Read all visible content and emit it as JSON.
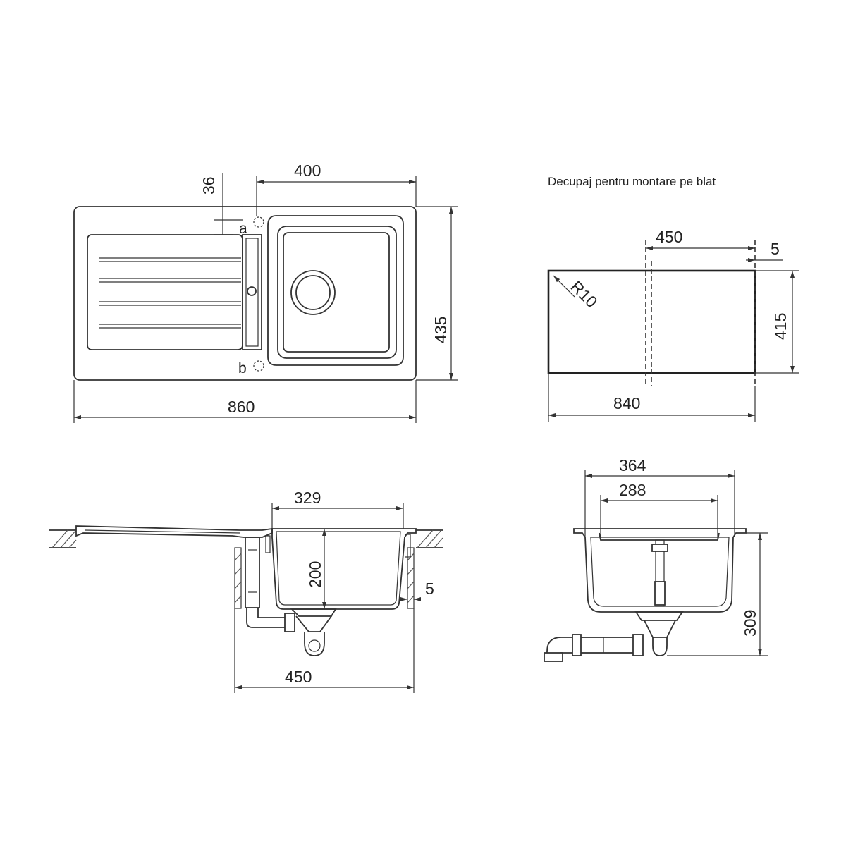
{
  "colors": {
    "line": "#333333",
    "background": "#ffffff"
  },
  "top_view": {
    "dims": {
      "offset_36": "36",
      "bowl_width_400": "400",
      "height_435": "435",
      "width_860": "860"
    },
    "labels": {
      "a": "a",
      "b": "b"
    }
  },
  "cutout": {
    "title": "Decupaj pentru montare pe blat",
    "dims": {
      "width_450": "450",
      "gap_5": "5",
      "height_415": "415",
      "width_840": "840",
      "radius": "R10"
    }
  },
  "side_view": {
    "dims": {
      "bowl_width_329": "329",
      "depth_200": "200",
      "gap_5": "5",
      "cabinet_450": "450"
    }
  },
  "end_view": {
    "dims": {
      "outer_364": "364",
      "inner_288": "288",
      "height_309": "309"
    }
  }
}
